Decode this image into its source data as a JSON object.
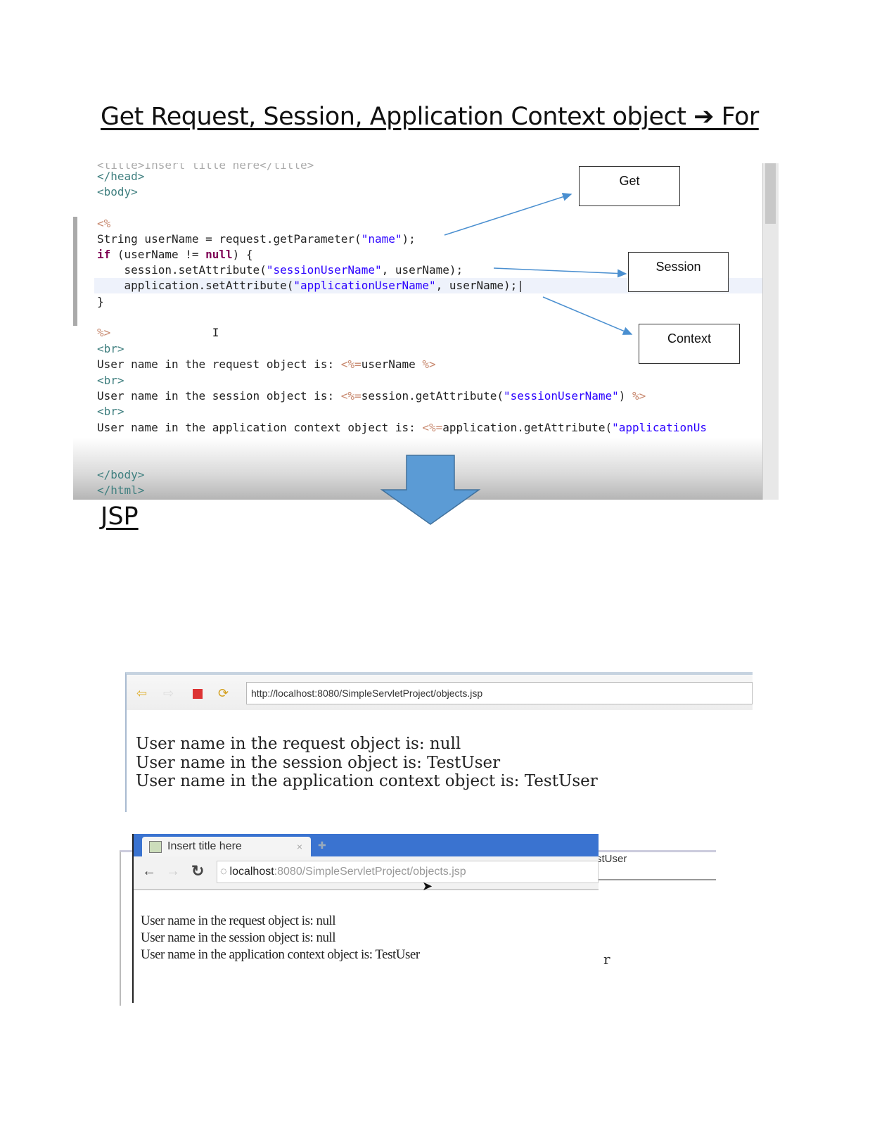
{
  "heading": "Get Request, Session, Application Context object  ➔ For",
  "heading_cont": "JSP",
  "editor": {
    "lines": [
      [
        {
          "t": "<title>Insert title here</title>",
          "c": "faint"
        }
      ],
      [
        {
          "t": "</head>",
          "c": "tag"
        }
      ],
      [
        {
          "t": "<body>",
          "c": "tag"
        }
      ],
      [
        {
          "t": "",
          "c": "txt"
        }
      ],
      [
        {
          "t": "<%",
          "c": "jsp"
        }
      ],
      [
        {
          "t": "String userName = request.getParameter(",
          "c": "txt"
        },
        {
          "t": "\"name\"",
          "c": "str"
        },
        {
          "t": ");",
          "c": "txt"
        }
      ],
      [
        {
          "t": "if",
          "c": "kw"
        },
        {
          "t": " (userName != ",
          "c": "txt"
        },
        {
          "t": "null",
          "c": "kw"
        },
        {
          "t": ") {",
          "c": "txt"
        }
      ],
      [
        {
          "t": "    session.setAttribute(",
          "c": "txt"
        },
        {
          "t": "\"sessionUserName\"",
          "c": "str"
        },
        {
          "t": ", userName);",
          "c": "txt"
        }
      ],
      [
        {
          "t": "    application.setAttribute(",
          "c": "txt"
        },
        {
          "t": "\"applicationUserName\"",
          "c": "str"
        },
        {
          "t": ", userName);|",
          "c": "txt"
        }
      ],
      [
        {
          "t": "}",
          "c": "txt"
        }
      ],
      [
        {
          "t": "",
          "c": "txt"
        }
      ],
      [
        {
          "t": "%>",
          "c": "jsp"
        },
        {
          "t": "               I",
          "c": "txt"
        }
      ],
      [
        {
          "t": "<br>",
          "c": "tag"
        }
      ],
      [
        {
          "t": "User name in the request object is: ",
          "c": "txt"
        },
        {
          "t": "<%=",
          "c": "jsp"
        },
        {
          "t": "userName ",
          "c": "txt"
        },
        {
          "t": "%>",
          "c": "jsp"
        }
      ],
      [
        {
          "t": "<br>",
          "c": "tag"
        }
      ],
      [
        {
          "t": "User name in the session object is: ",
          "c": "txt"
        },
        {
          "t": "<%=",
          "c": "jsp"
        },
        {
          "t": "session.getAttribute(",
          "c": "txt"
        },
        {
          "t": "\"sessionUserName\"",
          "c": "str"
        },
        {
          "t": ") ",
          "c": "txt"
        },
        {
          "t": "%>",
          "c": "jsp"
        }
      ],
      [
        {
          "t": "<br>",
          "c": "tag"
        }
      ],
      [
        {
          "t": "User name in the application context object is: ",
          "c": "txt"
        },
        {
          "t": "<%=",
          "c": "jsp"
        },
        {
          "t": "application.getAttribute(",
          "c": "txt"
        },
        {
          "t": "\"applicationUs",
          "c": "str"
        }
      ],
      [
        {
          "t": "",
          "c": "txt"
        }
      ],
      [
        {
          "t": "",
          "c": "txt"
        }
      ],
      [
        {
          "t": "</body>",
          "c": "tag"
        }
      ],
      [
        {
          "t": "</html>",
          "c": "tag"
        }
      ]
    ]
  },
  "callouts": {
    "get": "Get",
    "session": "Session",
    "context": "Context"
  },
  "colors": {
    "arrow": "#4a8fd0",
    "big_arrow": "#5b9bd5",
    "tab_bar": "#3a73d0"
  },
  "browser1": {
    "url": "http://localhost:8080/SimpleServletProject/objects.jsp",
    "output": [
      "User name in the request object is: null",
      "User name in the session object is: TestUser",
      "User name in the application context object is: TestUser"
    ]
  },
  "browser2": {
    "tab_title": "Insert title here",
    "tab_close": "×",
    "url_host": "localhost",
    "url_path": ":8080/SimpleServletProject/objects.jsp",
    "output": [
      "User name in the request object is: null",
      "User name in the session object is: null",
      "User name in the application context object is: TestUser"
    ],
    "behind_text_1": "stUser",
    "behind_text_2": "r"
  }
}
